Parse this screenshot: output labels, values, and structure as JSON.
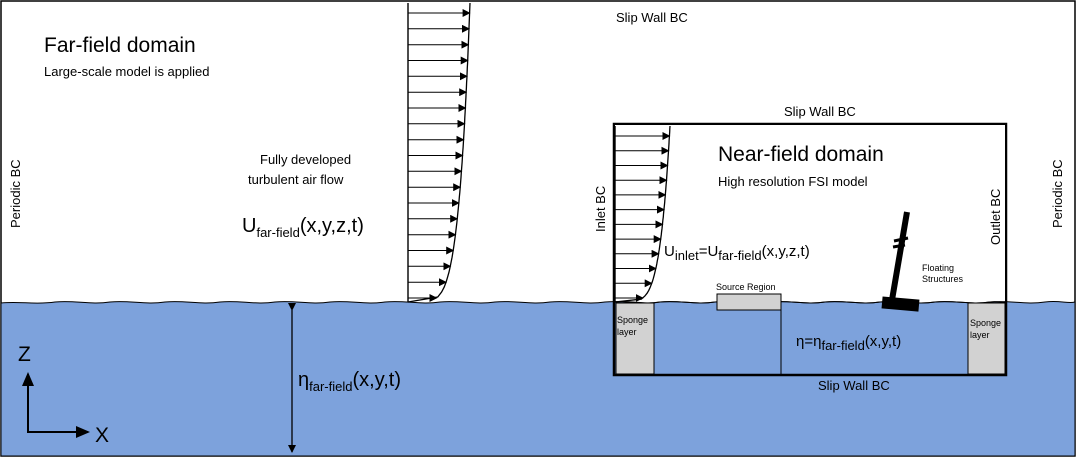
{
  "colors": {
    "water": "#7da2dc",
    "sponge": "#d2d2d2",
    "line": "#000000",
    "background": "#ffffff"
  },
  "far_field": {
    "title": "Far-field domain",
    "subtitle": "Large-scale model is applied",
    "top_bc": "Slip Wall BC",
    "left_bc": "Periodic BC",
    "right_bc": "Periodic BC",
    "flow_label_line1": "Fully developed",
    "flow_label_line2": "turbulent air flow",
    "velocity_main": "U",
    "velocity_sub": "far-field",
    "velocity_args": "(x,y,z,t)",
    "eta_main": "η",
    "eta_sub": "far-field",
    "eta_args": "(x,y,t)"
  },
  "near_field": {
    "title": "Near-field domain",
    "subtitle": "High resolution FSI model",
    "top_bc": "Slip Wall BC",
    "bottom_bc": "Slip Wall BC",
    "inlet_bc": "Inlet BC",
    "outlet_bc": "Outlet BC",
    "inlet_u_main": "U",
    "inlet_u_sub": "inlet",
    "inlet_eq_main": "=U",
    "inlet_eq_sub": "far-field",
    "inlet_eq_args": "(x,y,z,t)",
    "source_region": "Source Region",
    "floating_line1": "Floating",
    "floating_line2": "Structures",
    "sponge_line1": "Sponge",
    "sponge_line2": "layer",
    "eta_main": "η=η",
    "eta_sub": "far-field",
    "eta_args": "(x,y,t)"
  },
  "axes": {
    "z_label": "Z",
    "x_label": "X"
  }
}
